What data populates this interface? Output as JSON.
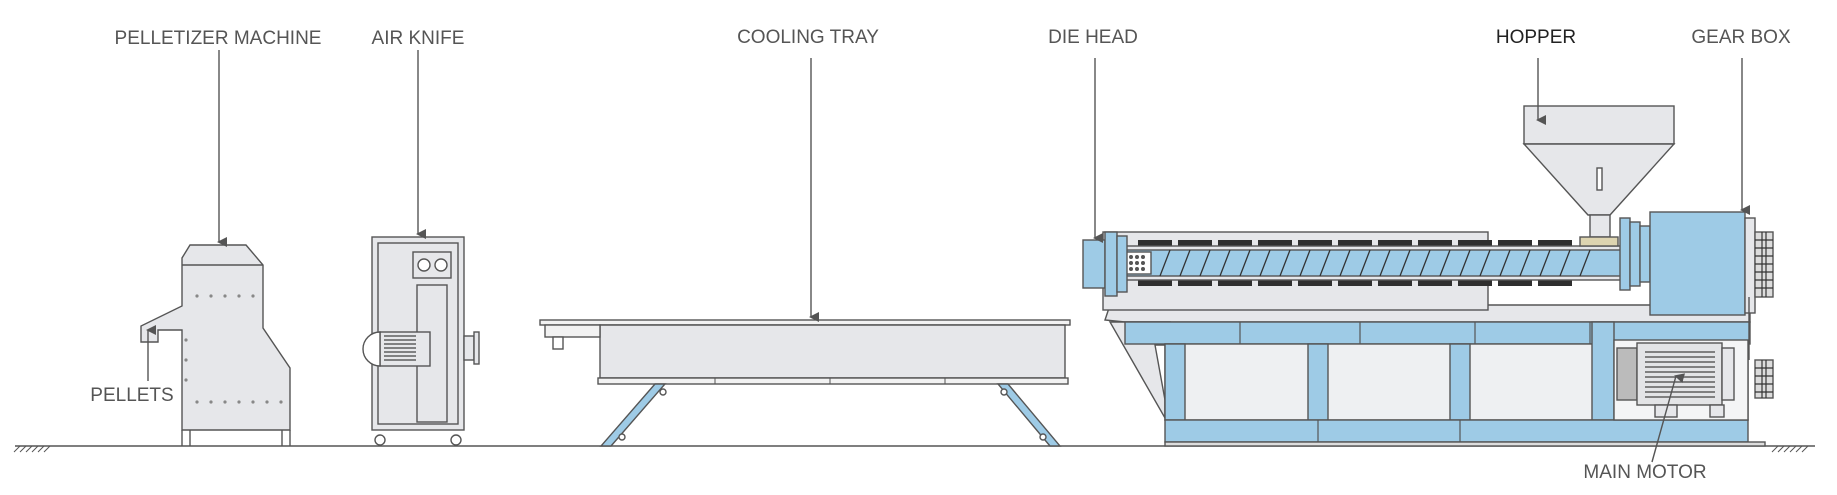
{
  "diagram": {
    "labels": {
      "pelletizer": "PELLETIZER MACHINE",
      "air_knife": "AIR KNIFE",
      "cooling_tray": "COOLING TRAY",
      "die_head": "DIE HEAD",
      "hopper": "HOPPER",
      "gear_box": "GEAR BOX",
      "pellets": "PELLETS",
      "main_motor": "MAIN MOTOR"
    },
    "colors": {
      "outline": "#555555",
      "machine_gray": "#e6e7ea",
      "machine_blue": "#9ecbe6",
      "heater_dark": "#2f2f2f"
    }
  }
}
